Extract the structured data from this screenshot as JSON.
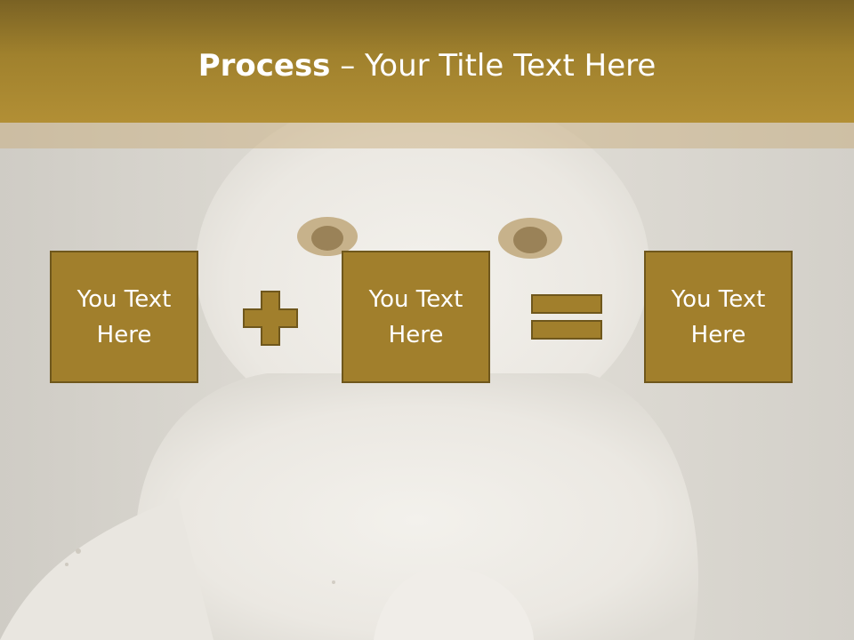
{
  "slide": {
    "title_bold": "Process",
    "title_rest": " – Your Title Text Here"
  },
  "process": {
    "boxes": [
      {
        "text": "You Text Here"
      },
      {
        "text": "You Text Here"
      },
      {
        "text": "You Text Here"
      }
    ],
    "operators": [
      "plus-icon",
      "equals-icon"
    ]
  },
  "colors": {
    "title_bar": "#a0812d",
    "box_fill": "#a17f2c",
    "box_border": "#6f571c",
    "text": "#ffffff"
  }
}
